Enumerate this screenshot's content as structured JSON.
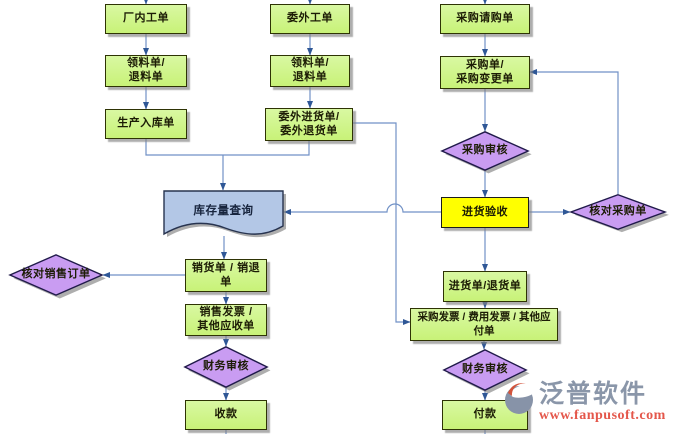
{
  "diagram": {
    "nodes": {
      "factory_work_order": {
        "label": "厂内工单"
      },
      "material_req_return_left": {
        "label": "领料单/\n退料单"
      },
      "production_warehouse_entry": {
        "label": "生产入库单"
      },
      "outsource_work_order": {
        "label": "委外工单"
      },
      "material_req_return_mid": {
        "label": "领料单/\n退料单"
      },
      "outsource_receipt_return": {
        "label": "委外进货单/\n委外退货单"
      },
      "purchase_requisition": {
        "label": "采购请购单"
      },
      "purchase_order_change": {
        "label": "采购单/\n采购变更单"
      },
      "purchase_review": {
        "label": "采购审核"
      },
      "goods_receipt_inspection": {
        "label": "进货验收"
      },
      "verify_purchase_order": {
        "label": "核对采购单"
      },
      "receipt_return_note": {
        "label": "进货单/退货单"
      },
      "purchase_invoice_payable": {
        "label": "采购发票 / 费用发票 / 其他应\n付单"
      },
      "finance_review_right": {
        "label": "财务审核"
      },
      "payment": {
        "label": "付款"
      },
      "inventory_query": {
        "label": "库存量查询"
      },
      "verify_sales_order": {
        "label": "核对销售订单"
      },
      "sales_order_return": {
        "label": "销货单 / 销退\n单"
      },
      "sales_invoice_receivable": {
        "label": "销售发票 /\n其他应收单"
      },
      "finance_review_left": {
        "label": "财务审核"
      },
      "receive_payment": {
        "label": "收款"
      }
    }
  },
  "logo": {
    "brand": "泛普软件",
    "website": "www.fanpusoft.com"
  },
  "colors": {
    "process_fill": "#C8F278",
    "highlight_fill": "#FFFF00",
    "decision_fill": "#C99CF2",
    "document_fill": "#B3C7E6",
    "connector": "#7191C6",
    "arrowhead": "#2F5796",
    "logo_text": "#8A96A9",
    "logo_url_text": "#E4574B"
  }
}
